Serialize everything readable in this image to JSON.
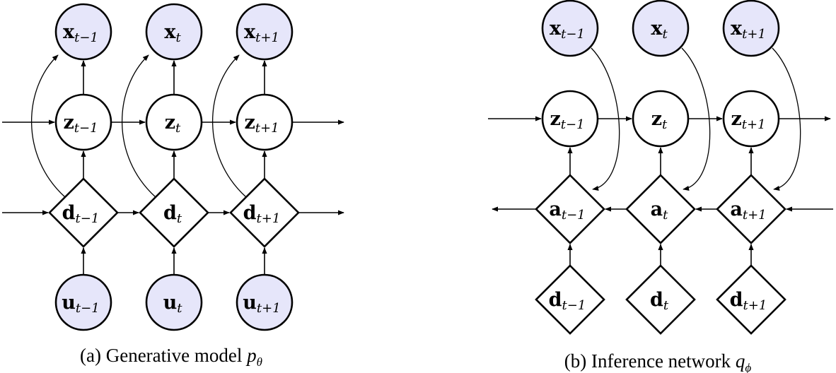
{
  "colors": {
    "observed_fill": "#e6e6fa",
    "latent_fill": "#ffffff",
    "stroke": "#000000"
  },
  "panels": [
    {
      "id": "generative",
      "caption_prefix": "(a) Generative model ",
      "caption_symbol": "p",
      "caption_subscript": "θ",
      "rows": [
        {
          "name": "x",
          "shape": "circle",
          "observed": true,
          "labels": [
            {
              "sym": "x",
              "sub": "t−1"
            },
            {
              "sym": "x",
              "sub": "t"
            },
            {
              "sym": "x",
              "sub": "t+1"
            }
          ]
        },
        {
          "name": "z",
          "shape": "circle",
          "observed": false,
          "labels": [
            {
              "sym": "z",
              "sub": "t−1"
            },
            {
              "sym": "z",
              "sub": "t"
            },
            {
              "sym": "z",
              "sub": "t+1"
            }
          ]
        },
        {
          "name": "d",
          "shape": "diamond",
          "observed": false,
          "labels": [
            {
              "sym": "d",
              "sub": "t−1"
            },
            {
              "sym": "d",
              "sub": "t"
            },
            {
              "sym": "d",
              "sub": "t+1"
            }
          ]
        },
        {
          "name": "u",
          "shape": "circle",
          "observed": true,
          "labels": [
            {
              "sym": "u",
              "sub": "t−1"
            },
            {
              "sym": "u",
              "sub": "t"
            },
            {
              "sym": "u",
              "sub": "t+1"
            }
          ]
        }
      ]
    },
    {
      "id": "inference",
      "caption_prefix": "(b) Inference network ",
      "caption_symbol": "q",
      "caption_subscript": "ϕ",
      "rows": [
        {
          "name": "x",
          "shape": "circle",
          "observed": true,
          "labels": [
            {
              "sym": "x",
              "sub": "t−1"
            },
            {
              "sym": "x",
              "sub": "t"
            },
            {
              "sym": "x",
              "sub": "t+1"
            }
          ]
        },
        {
          "name": "z",
          "shape": "circle",
          "observed": false,
          "labels": [
            {
              "sym": "z",
              "sub": "t−1"
            },
            {
              "sym": "z",
              "sub": "t"
            },
            {
              "sym": "z",
              "sub": "t+1"
            }
          ]
        },
        {
          "name": "a",
          "shape": "diamond",
          "observed": false,
          "labels": [
            {
              "sym": "a",
              "sub": "t−1"
            },
            {
              "sym": "a",
              "sub": "t"
            },
            {
              "sym": "a",
              "sub": "t+1"
            }
          ]
        },
        {
          "name": "d",
          "shape": "diamond",
          "observed": false,
          "labels": [
            {
              "sym": "d",
              "sub": "t−1"
            },
            {
              "sym": "d",
              "sub": "t"
            },
            {
              "sym": "d",
              "sub": "t+1"
            }
          ]
        }
      ]
    }
  ]
}
